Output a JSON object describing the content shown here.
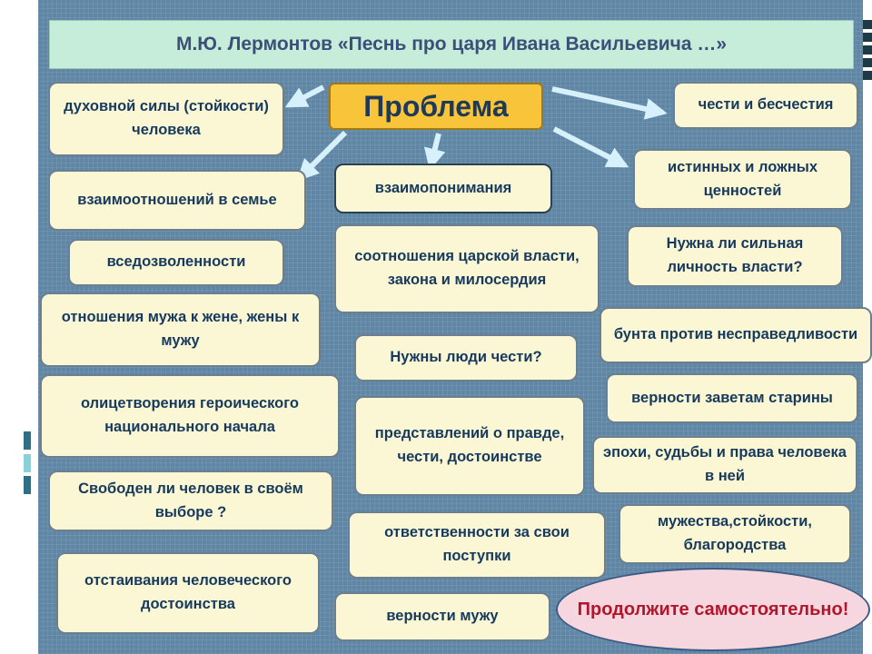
{
  "title": "М.Ю. Лермонтов «Песнь про царя Ивана Васильевича …»",
  "center": "Проблема",
  "boxes": [
    "духовной силы (стойкости) человека",
    "взаимоотношений в семье",
    "вседозволенности",
    "отношения мужа к жене, жены к мужу",
    "олицетворения героического национального начала",
    "Свободен ли человек в своём выборе ?",
    "отстаивания человеческого достоинства",
    "взаимопонимания",
    "соотношения царской власти, закона и милосердия",
    "Нужны люди чести?",
    "представлений о правде, чести, достоинстве",
    "ответственности за свои поступки",
    "верности мужу",
    "чести и бесчестия",
    "истинных и ложных ценностей",
    "Нужна ли сильная личность власти?",
    "бунта против несправедливости",
    "верности заветам старины",
    "эпохи, судьбы и права человека в ней",
    "мужества,стойкости, благородства"
  ],
  "call_to_action": "Продолжите самостоятельно!",
  "colors": {
    "panel": "#5f86a4",
    "title_bg": "#c6ecda",
    "title_text": "#3b4f79",
    "center_bg": "#f7c43a",
    "box_bg": "#fbf6d3",
    "box_text": "#163a5e",
    "oval_bg": "#f6d6df",
    "oval_text": "#b3162c",
    "arrow": "#d6f1fb"
  }
}
